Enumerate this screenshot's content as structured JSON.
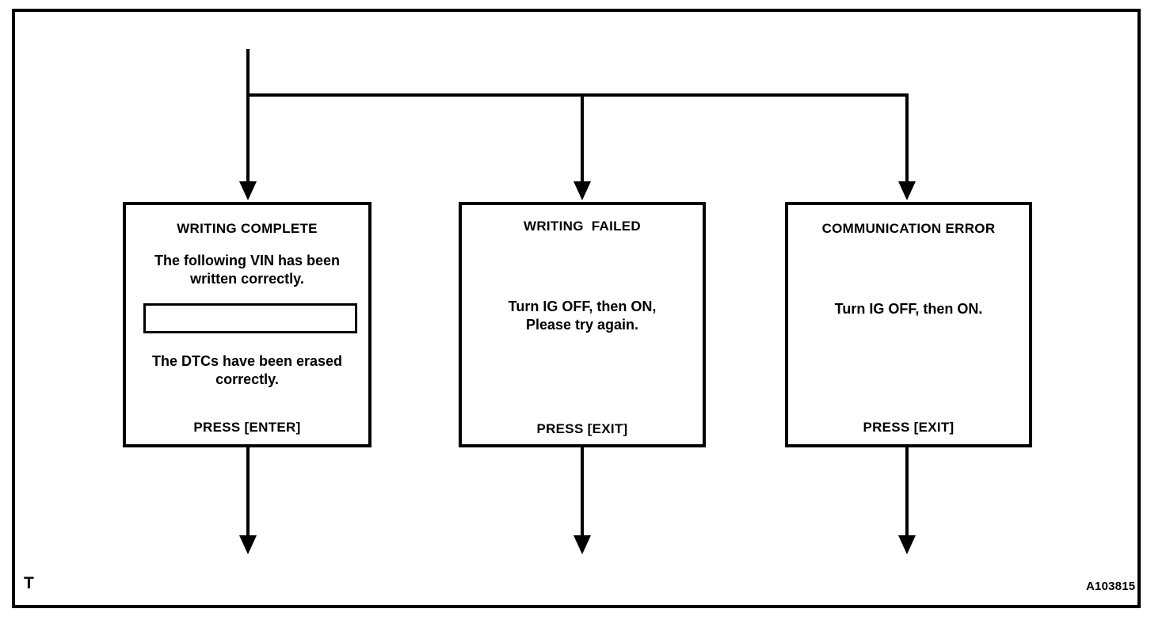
{
  "figure": {
    "corner_marker": "T",
    "figure_id": "A103815"
  },
  "flow": {
    "boxes": [
      {
        "id": "writing-complete",
        "title": "WRITING COMPLETE",
        "body_top": "The following VIN has been\nwritten correctly.",
        "vin_value": "",
        "body_bottom": "The DTCs have been erased\ncorrectly.",
        "footer": "PRESS [ENTER]"
      },
      {
        "id": "writing-failed",
        "title": "WRITING  FAILED",
        "body": "Turn IG OFF, then ON,\nPlease try again.",
        "footer": "PRESS [EXIT]"
      },
      {
        "id": "communication-error",
        "title": "COMMUNICATION ERROR",
        "body": "Turn IG OFF, then ON.",
        "footer": "PRESS [EXIT]"
      }
    ]
  },
  "colors": {
    "line": "#000000",
    "background": "#ffffff",
    "text": "#000000"
  }
}
